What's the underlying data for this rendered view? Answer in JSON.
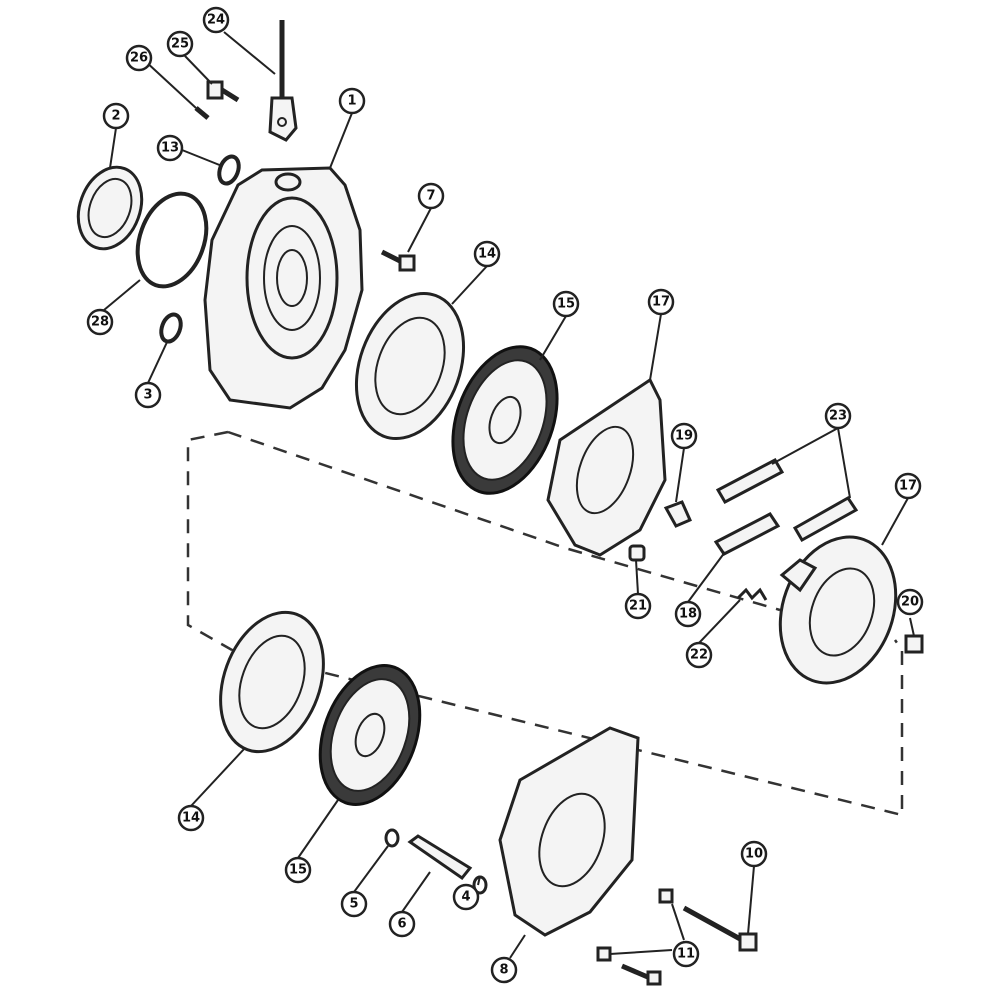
{
  "callouts": [
    {
      "id": "c1",
      "label": "1"
    },
    {
      "id": "c2",
      "label": "2"
    },
    {
      "id": "c3",
      "label": "3"
    },
    {
      "id": "c4",
      "label": "4"
    },
    {
      "id": "c5",
      "label": "5"
    },
    {
      "id": "c6",
      "label": "6"
    },
    {
      "id": "c7",
      "label": "7"
    },
    {
      "id": "c8",
      "label": "8"
    },
    {
      "id": "c10",
      "label": "10"
    },
    {
      "id": "c11",
      "label": "11"
    },
    {
      "id": "c13",
      "label": "13"
    },
    {
      "id": "c14a",
      "label": "14"
    },
    {
      "id": "c14b",
      "label": "14"
    },
    {
      "id": "c15a",
      "label": "15"
    },
    {
      "id": "c15b",
      "label": "15"
    },
    {
      "id": "c17a",
      "label": "17"
    },
    {
      "id": "c17b",
      "label": "17"
    },
    {
      "id": "c18",
      "label": "18"
    },
    {
      "id": "c19",
      "label": "19"
    },
    {
      "id": "c20",
      "label": "20"
    },
    {
      "id": "c21",
      "label": "21"
    },
    {
      "id": "c22",
      "label": "22"
    },
    {
      "id": "c23",
      "label": "23"
    },
    {
      "id": "c24",
      "label": "24"
    },
    {
      "id": "c25",
      "label": "25"
    },
    {
      "id": "c26",
      "label": "26"
    },
    {
      "id": "c28",
      "label": "28"
    }
  ]
}
